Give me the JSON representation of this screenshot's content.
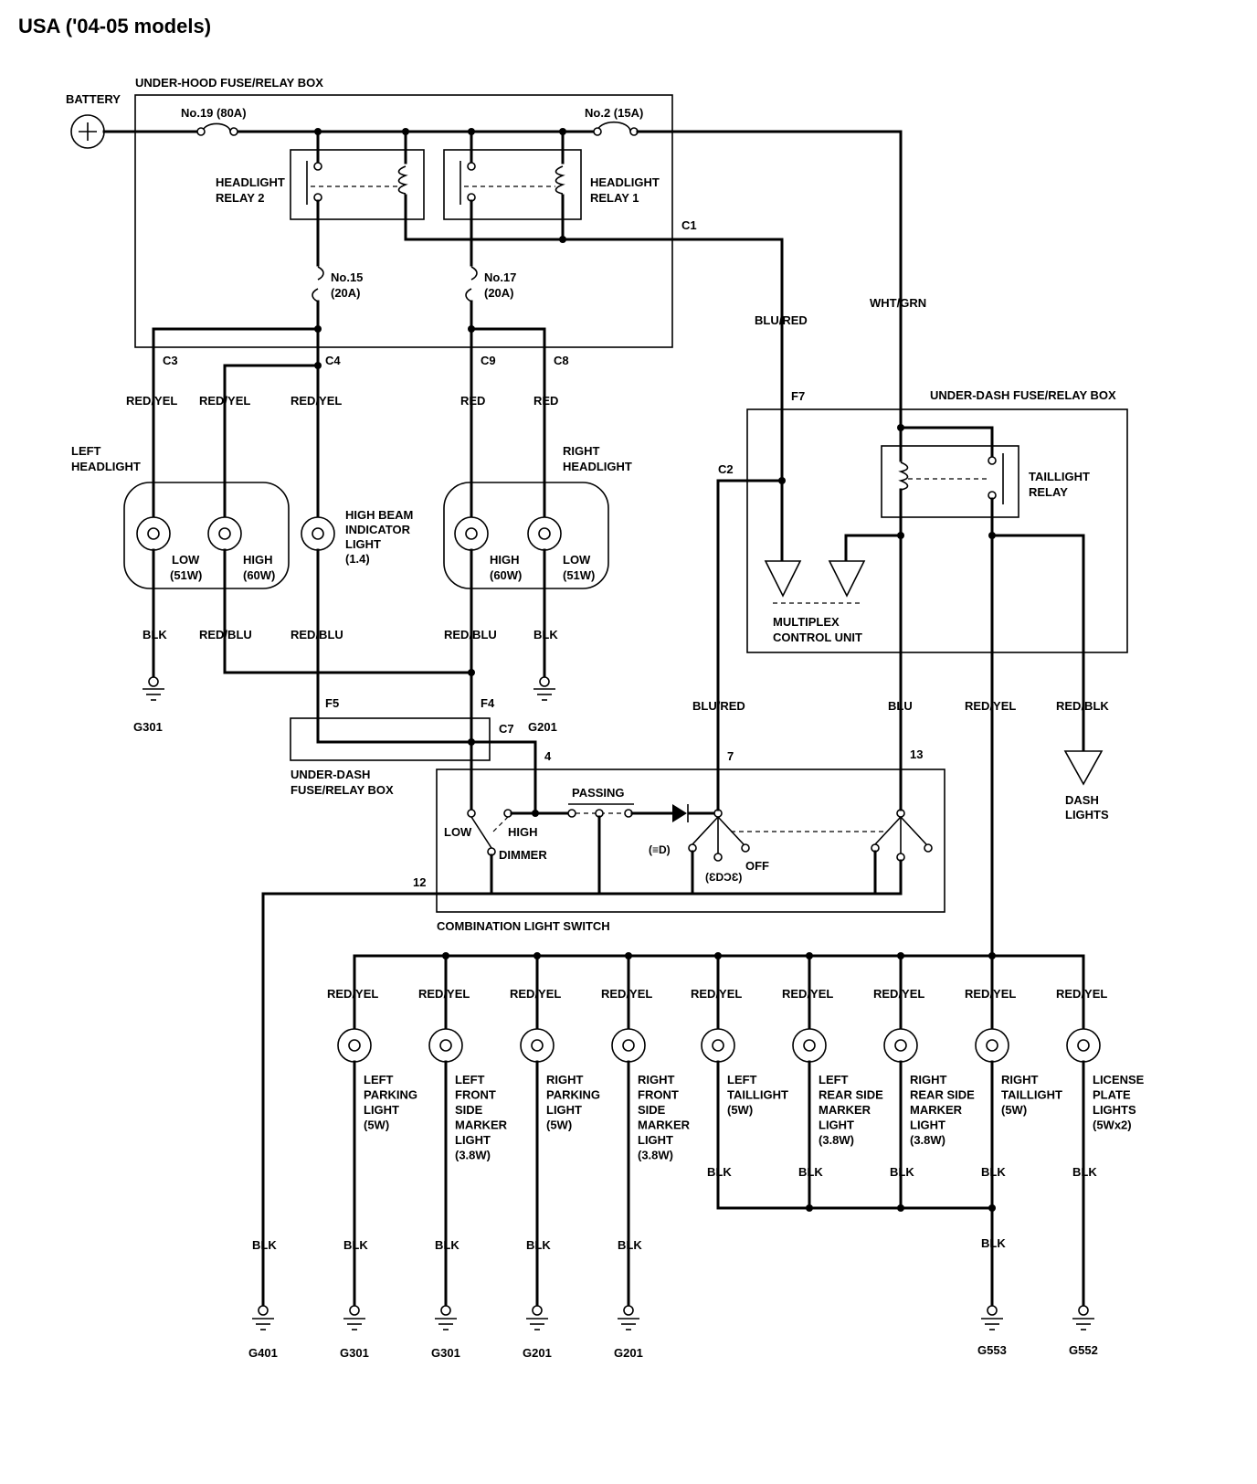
{
  "title": "USA ('04-05 models)",
  "battery": "BATTERY",
  "boxes": {
    "underhood": "UNDER-HOOD FUSE/RELAY BOX",
    "underdash_top": "UNDER-DASH FUSE/RELAY BOX",
    "underdash_lower_1": "UNDER-DASH",
    "underdash_lower_2": "FUSE/RELAY BOX",
    "combo_switch": "COMBINATION LIGHT SWITCH",
    "multiplex_1": "MULTIPLEX",
    "multiplex_2": "CONTROL UNIT"
  },
  "fuses": {
    "f19": "No.19 (80A)",
    "f2": "No.2 (15A)",
    "f15_num": "No.15",
    "f15_amp": "(20A)",
    "f17_num": "No.17",
    "f17_amp": "(20A)"
  },
  "relays": {
    "hl2_1": "HEADLIGHT",
    "hl2_2": "RELAY 2",
    "hl1_1": "HEADLIGHT",
    "hl1_2": "RELAY 1",
    "tail_1": "TAILLIGHT",
    "tail_2": "RELAY"
  },
  "connectors": {
    "c1": "C1",
    "c2": "C2",
    "c3": "C3",
    "c4": "C4",
    "c7": "C7",
    "c8": "C8",
    "c9": "C9",
    "f4": "F4",
    "f5": "F5",
    "f7": "F7",
    "p4": "4",
    "p7": "7",
    "p12": "12",
    "p13": "13"
  },
  "wires": {
    "red_yel": "RED/YEL",
    "red": "RED",
    "blk": "BLK",
    "red_blu": "RED/BLU",
    "blu_red": "BLU/RED",
    "wht_grn": "WHT/GRN",
    "blu": "BLU",
    "red_blk": "RED/BLK"
  },
  "headlights": {
    "left_1": "LEFT",
    "left_2": "HEADLIGHT",
    "right_1": "RIGHT",
    "right_2": "HEADLIGHT",
    "low": "LOW",
    "low_w": "(51W)",
    "high": "HIGH",
    "high_w": "(60W)",
    "hbi_1": "HIGH BEAM",
    "hbi_2": "INDICATOR",
    "hbi_3": "LIGHT",
    "hbi_4": "(1.4)"
  },
  "switch": {
    "passing": "PASSING",
    "low": "LOW",
    "high": "HIGH",
    "dimmer": "DIMMER",
    "off": "OFF",
    "pos_head": "(≡D)",
    "pos_park": "(ƐDƆƐ)"
  },
  "dash": {
    "l1": "DASH",
    "l2": "LIGHTS"
  },
  "bottom_lights": [
    {
      "lines": [
        "LEFT",
        "PARKING",
        "LIGHT",
        "(5W)"
      ]
    },
    {
      "lines": [
        "LEFT",
        "FRONT",
        "SIDE",
        "MARKER",
        "LIGHT",
        "(3.8W)"
      ]
    },
    {
      "lines": [
        "RIGHT",
        "PARKING",
        "LIGHT",
        "(5W)"
      ]
    },
    {
      "lines": [
        "RIGHT",
        "FRONT",
        "SIDE",
        "MARKER",
        "LIGHT",
        "(3.8W)"
      ]
    },
    {
      "lines": [
        "LEFT",
        "TAILLIGHT",
        "(5W)"
      ]
    },
    {
      "lines": [
        "LEFT",
        "REAR SIDE",
        "MARKER",
        "LIGHT",
        "(3.8W)"
      ]
    },
    {
      "lines": [
        "RIGHT",
        "REAR SIDE",
        "MARKER",
        "LIGHT",
        "(3.8W)"
      ]
    },
    {
      "lines": [
        "RIGHT",
        "TAILLIGHT",
        "(5W)"
      ]
    },
    {
      "lines": [
        "LICENSE",
        "PLATE",
        "LIGHTS",
        "(5Wx2)"
      ]
    }
  ],
  "grounds": {
    "top_left": "G301",
    "top_right": "G201",
    "bottom": [
      "G401",
      "G301",
      "G301",
      "G201",
      "G201",
      "G553",
      "G552"
    ]
  }
}
